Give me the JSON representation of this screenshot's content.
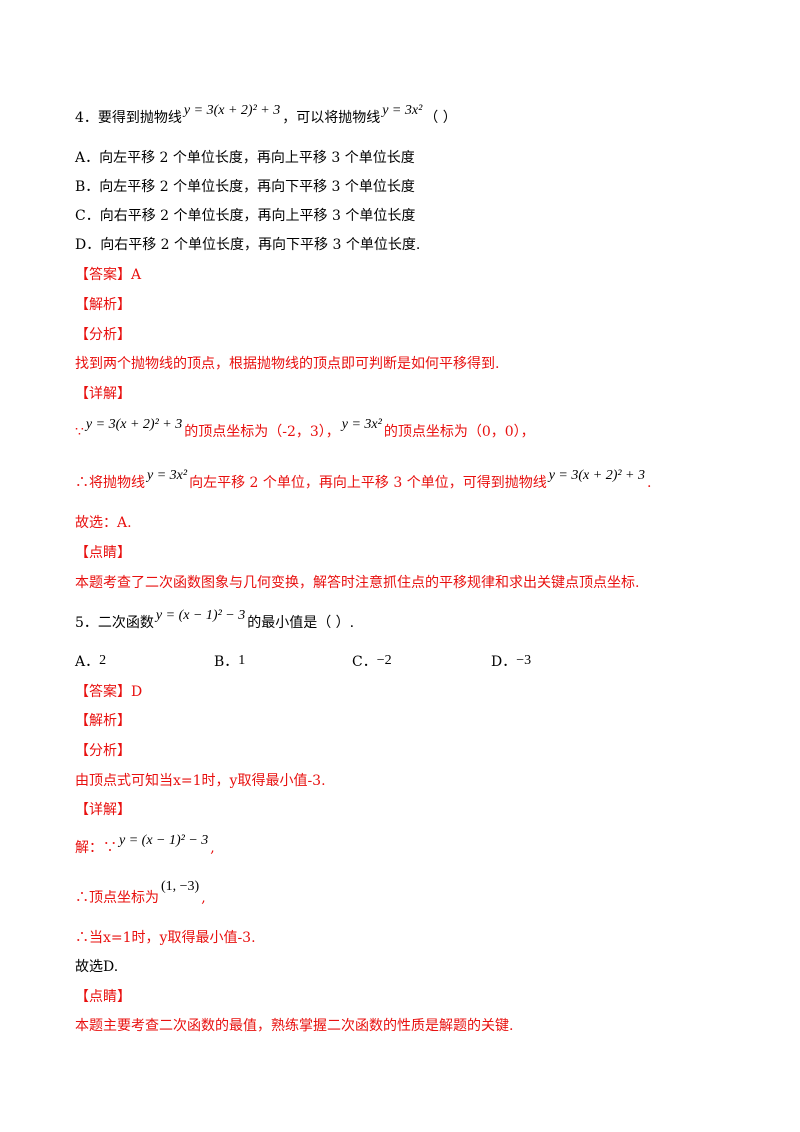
{
  "q4": {
    "stem_a": "4．要得到抛物线",
    "formula1": "y = 3(x + 2)² + 3",
    "stem_b": "，可以将抛物线",
    "formula2": "y = 3x²",
    "blank": "（                    ）",
    "options": [
      "A．向左平移 2 个单位长度，再向上平移 3 个单位长度",
      "B．向左平移 2 个单位长度，再向下平移 3 个单位长度",
      "C．向右平移 2 个单位长度，再向上平移 3 个单位长度",
      "D．向右平移 2 个单位长度，再向下平移 3 个单位长度."
    ],
    "answer": "【答案】A",
    "jiexi": "【解析】",
    "fenxi": "【分析】",
    "fenxi_text": "找到两个抛物线的顶点，根据抛物线的顶点即可判断是如何平移得到.",
    "xiangjie": "【详解】",
    "d1_a": "∵",
    "d1_f1": "y = 3(x + 2)² + 3",
    "d1_b": "的顶点坐标为（-2，3），",
    "d1_f2": "y = 3x²",
    "d1_c": "的顶点坐标为（0，0），",
    "d2_a": "∴将抛物线",
    "d2_f1": "y = 3x²",
    "d2_b": "向左平移 2 个单位，再向上平移 3 个单位，可得到抛物线",
    "d2_f2": "y = 3(x + 2)² + 3",
    "d2_c": ".",
    "choose": "故选：A.",
    "dianjing": "【点睛】",
    "dianjing_text": "本题考查了二次函数图象与几何变换，解答时注意抓住点的平移规律和求出关键点顶点坐标."
  },
  "q5": {
    "stem_a": "5．二次函数",
    "formula": "y = (x − 1)² − 3",
    "stem_b": "的最小值是（                    ）.",
    "opt_a_label": "A．",
    "opt_a_val": "2",
    "opt_b_label": "B．",
    "opt_b_val": "1",
    "opt_c_label": "C．",
    "opt_c_val": "−2",
    "opt_d_label": "D．",
    "opt_d_val": "−3",
    "answer": "【答案】D",
    "jiexi": "【解析】",
    "fenxi": "【分析】",
    "fenxi_text": "由顶点式可知当x=1时，y取得最小值-3.",
    "xiangjie": "【详解】",
    "d1_a": "解：∵",
    "d1_f": "y = (x − 1)² − 3",
    "d1_b": ",",
    "d2_a": "∴顶点坐标为",
    "d2_f": "(1, −3)",
    "d2_b": ",",
    "d3": "∴当x=1时，y取得最小值-3.",
    "choose": "故选D.",
    "dianjing": "【点睛】",
    "dianjing_text": "本题主要考查二次函数的最值，熟练掌握二次函数的性质是解题的关键."
  }
}
